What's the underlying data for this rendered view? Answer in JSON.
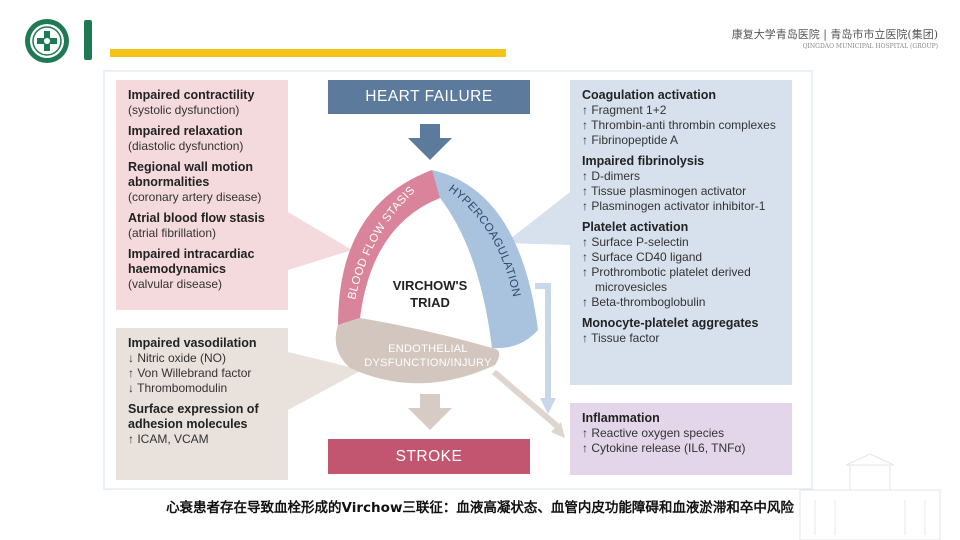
{
  "header": {
    "hospital_name": "康复大学青岛医院 | 青岛市市立医院(集团)",
    "hospital_sub": "QINGDAO MUNICIPAL HOSPITAL (GROUP)"
  },
  "diagram": {
    "heart_failure": "HEART FAILURE",
    "stroke": "STROKE",
    "center": [
      "VIRCHOW'S",
      "TRIAD"
    ],
    "blood_flow_stasis": "BLOOD FLOW STASIS",
    "hypercoagulation": "HYPERCOAGULATION",
    "endothelial": [
      "ENDOTHELIAL",
      "DYSFUNCTION/INJURY"
    ]
  },
  "left_top": [
    {
      "title": "Impaired contractility",
      "lines": [
        "(systolic dysfunction)"
      ]
    },
    {
      "title": "Impaired relaxation",
      "lines": [
        "(diastolic dysfunction)"
      ]
    },
    {
      "title": "Regional wall motion abnormalities",
      "lines": [
        "(coronary artery disease)"
      ]
    },
    {
      "title": "Atrial blood flow stasis",
      "lines": [
        "(atrial fibrillation)"
      ]
    },
    {
      "title": "Impaired intracardiac haemodynamics",
      "lines": [
        "(valvular disease)"
      ]
    }
  ],
  "left_bottom": [
    {
      "title": "Impaired vasodilation",
      "lines": [
        "↓ Nitric oxide (NO)",
        "↑ Von Willebrand factor",
        "↓ Thrombomodulin"
      ]
    },
    {
      "title": "Surface expression of adhesion molecules",
      "lines": [
        "↑ ICAM, VCAM"
      ]
    }
  ],
  "right_top": [
    {
      "title": "Coagulation activation",
      "lines": [
        "↑ Fragment 1+2",
        "↑ Thrombin-anti thrombin complexes",
        "↑ Fibrinopeptide A"
      ]
    },
    {
      "title": "Impaired fibrinolysis",
      "lines": [
        "↑ D-dimers",
        "↑ Tissue plasminogen activator",
        "↑ Plasminogen activator inhibitor-1"
      ]
    },
    {
      "title": "Platelet activation",
      "lines": [
        "↑ Surface P-selectin",
        "↑ Surface CD40 ligand",
        "↑ Prothrombotic platelet derived microvesicles",
        "↑ Beta-thromboglobulin"
      ]
    },
    {
      "title": "Monocyte-platelet aggregates",
      "lines": [
        "↑ Tissue factor"
      ]
    }
  ],
  "right_bottom": [
    {
      "title": "Inflammation",
      "lines": [
        "↑ Reactive oxygen species",
        "↑ Cytokine release (IL6, TNFα)"
      ]
    }
  ],
  "caption": "心衰患者存在导致血栓形成的Virchow三联征：血液高凝状态、血管内皮功能障碍和血液淤滞和卒中风险",
  "colors": {
    "pink": "#f4d9dd",
    "beige": "#e9e1dc",
    "blue": "#d6e1ed",
    "purple": "#e4d6ea",
    "heart_failure": "#5b7a9c",
    "stroke": "#c25670",
    "stasis_arm": "#d9849a",
    "hyper_arm": "#a9c2de",
    "endo_arm": "#d3c6be",
    "accent_yellow": "#f6c419",
    "accent_green": "#1e7a55"
  }
}
